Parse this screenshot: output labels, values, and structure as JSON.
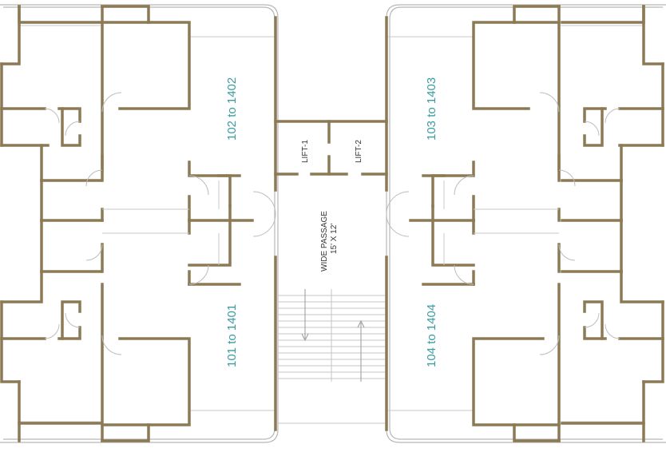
{
  "plan": {
    "units": {
      "top_left": "102 to 1402",
      "top_right": "103 to 1403",
      "bottom_left": "101 to 1401",
      "bottom_right": "104 to 1404"
    },
    "core": {
      "lift_1": "LIFT-1",
      "lift_2": "LIFT-2",
      "passage_title": "WIDE PASSAGE",
      "passage_size": "15' X 12'"
    }
  },
  "colors": {
    "wall": "#8b7a55",
    "label": "#3a9ca3"
  }
}
